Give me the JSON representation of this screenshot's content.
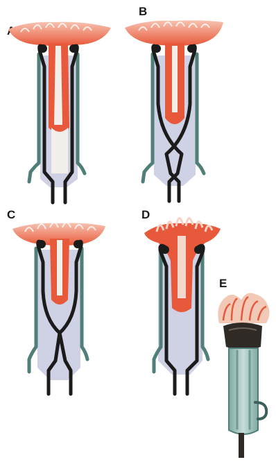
{
  "figure": {
    "panels": [
      {
        "id": "A",
        "label": "A"
      },
      {
        "id": "B",
        "label": "B"
      },
      {
        "id": "C",
        "label": "C"
      },
      {
        "id": "D",
        "label": "D"
      },
      {
        "id": "E",
        "label": "E"
      }
    ]
  },
  "colors": {
    "background": "#ffffff",
    "fringe_red": "#e8583a",
    "fringe_light": "#f6b7a2",
    "tissue_white": "#f4f1ee",
    "outline_dark": "#1b1b1b",
    "vessel_teal": "#4f7f78",
    "inner_lavender": "#c9cde2",
    "base_cap": "#2f2a26",
    "tube_glass": "#9fc4bd"
  }
}
